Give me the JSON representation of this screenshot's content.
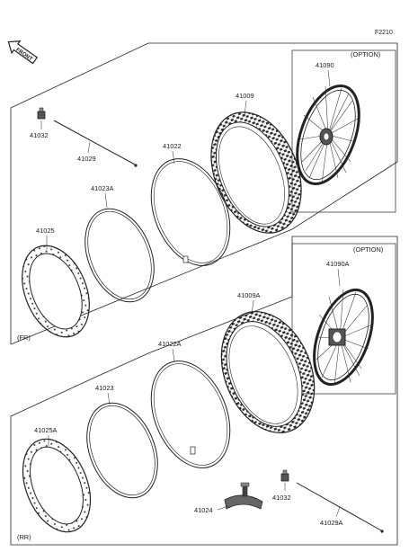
{
  "figure_code": "F2210",
  "front_arrow_text": "FRONT",
  "front_section": {
    "tag": "(FR)",
    "option_label": "(OPTION)",
    "parts": {
      "wheel_option": "41090",
      "tire": "41009",
      "tube": "41022",
      "rim_band": "41023A",
      "rim": "41025",
      "nut": "41032",
      "spoke": "41029"
    }
  },
  "rear_section": {
    "tag": "(RR)",
    "option_label": "(OPTION)",
    "parts": {
      "wheel_option": "41090A",
      "tire": "41009A",
      "tube": "41022A",
      "rim_band": "41023",
      "rim": "41025A",
      "rim_lock": "41024",
      "nut": "41032",
      "spoke": "41029A"
    }
  },
  "colors": {
    "line": "#222222",
    "background": "#ffffff"
  }
}
